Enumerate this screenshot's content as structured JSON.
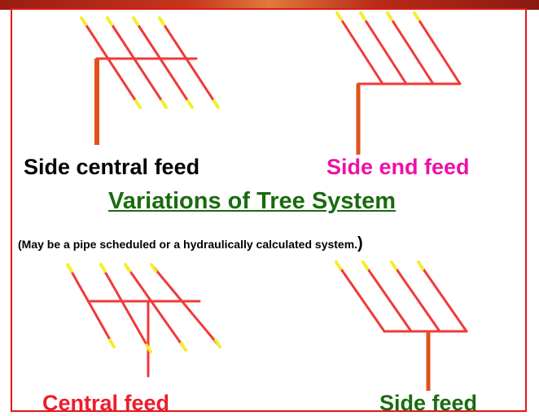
{
  "labels": {
    "side_central_feed": "Side central feed",
    "side_end_feed": "Side end feed",
    "title": "Variations of Tree System",
    "subtitle": "(May be a pipe scheduled or a hydraulically calculated system.",
    "subtitle_close": ")",
    "central_feed": "Central feed",
    "side_feed": "Side feed"
  },
  "colors": {
    "pipe": "#f03a3a",
    "riser": "#e0521a",
    "sprinkler_tip": "#f4ee2a",
    "frame": "#e01818",
    "label_black": "#000000",
    "label_magenta": "#ee10a8",
    "label_green": "#1a6b10",
    "label_red": "#ee1c2c"
  }
}
